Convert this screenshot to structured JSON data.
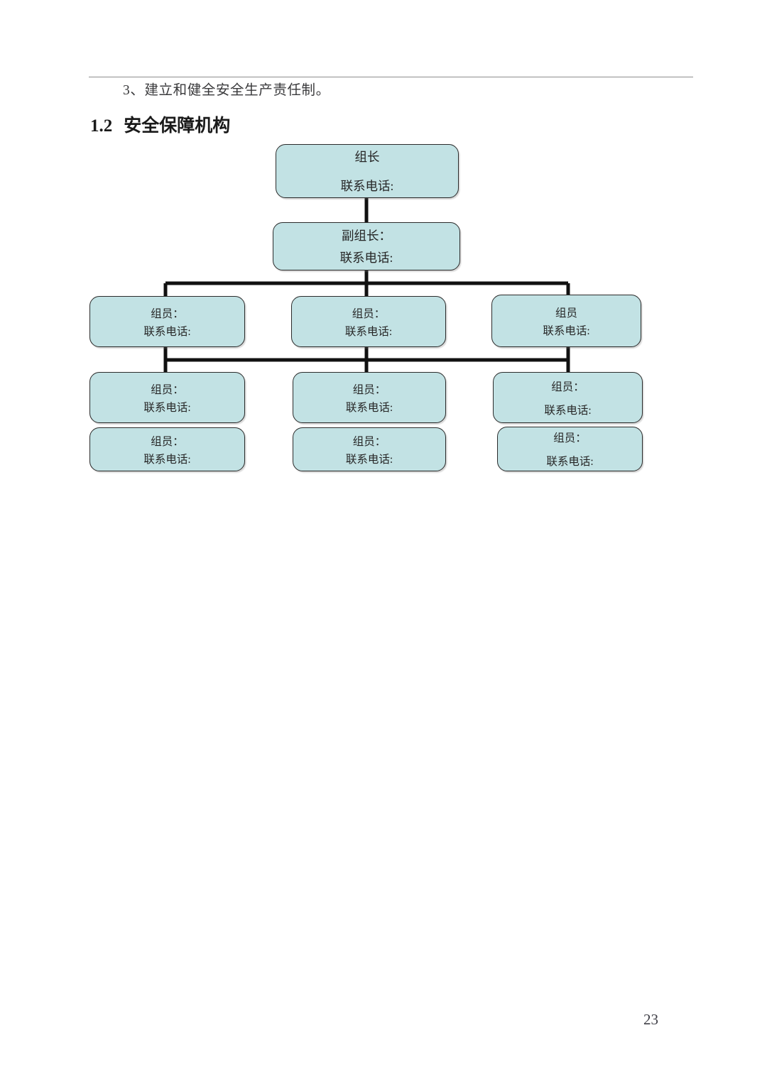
{
  "document": {
    "body_line": "3、建立和健全安全生产责任制。",
    "section_number": "1.2",
    "section_title": "安全保障机构",
    "page_number": "23"
  },
  "org_chart": {
    "leader": {
      "role": "组长",
      "contact": "联系电话:"
    },
    "deputy_leader": {
      "role": "副组长：",
      "contact": "联系电话:"
    },
    "members_row1": [
      {
        "role": "组员：",
        "contact": "联系电话:"
      },
      {
        "role": "组员：",
        "contact": "联系电话:"
      },
      {
        "role": "组员",
        "contact": "联系电话:"
      }
    ],
    "members_row2": [
      {
        "role": "组员：",
        "contact": "联系电话:"
      },
      {
        "role": "组员：",
        "contact": "联系电话:"
      },
      {
        "role": "组员：",
        "contact": "联系电话:"
      }
    ],
    "members_row3": [
      {
        "role": "组员：",
        "contact": "联系电话:"
      },
      {
        "role": "组员：",
        "contact": "联系电话:"
      },
      {
        "role": "组员：",
        "contact": "联系电话:"
      }
    ]
  },
  "colors": {
    "node_fill": "#c2e2e4",
    "node_border": "#2b2b2b",
    "connector": "#111111",
    "rule": "#8d8d8d"
  }
}
